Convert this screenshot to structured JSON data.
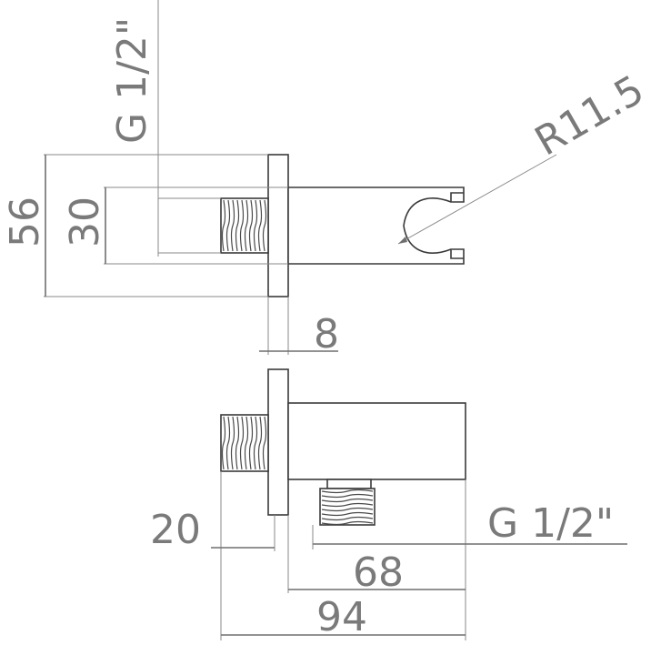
{
  "diagram": {
    "labels": {
      "thread_top": "G 1/2\"",
      "height_outer": "56",
      "height_inner": "30",
      "radius": "R11.5",
      "flange_thickness": "8",
      "thread_length": "20",
      "thread_bottom": "G 1/2\"",
      "body_length": "68",
      "total_length": "94"
    },
    "colors": {
      "dimension": "#7a7a7a",
      "part_outline": "#3a3a3a"
    }
  }
}
